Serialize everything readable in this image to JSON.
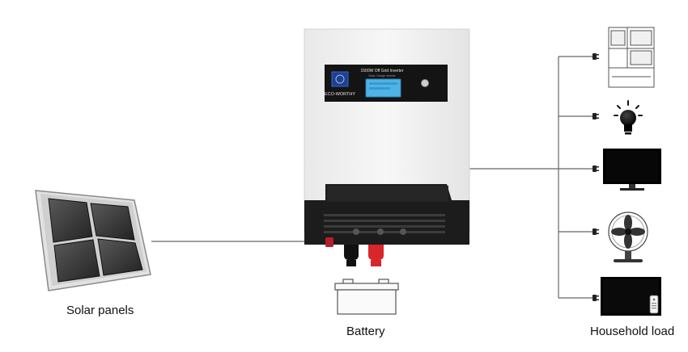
{
  "inverter": {
    "brand": "ECO-WORTHY",
    "lcd_title": "1500W Off Grid Inverter",
    "lcd_subtitle": "Solar Charge Inverter"
  },
  "labels": {
    "solar": "Solar panels",
    "battery": "Battery",
    "household": "Household load"
  },
  "loads": [
    {
      "name": "refrigerator",
      "icon": "refrigerator-icon"
    },
    {
      "name": "light bulb",
      "icon": "lightbulb-icon"
    },
    {
      "name": "monitor",
      "icon": "monitor-icon"
    },
    {
      "name": "fan",
      "icon": "fan-icon"
    },
    {
      "name": "tv",
      "icon": "tv-icon"
    }
  ],
  "colors": {
    "inverter_body": "#f1f1f1",
    "inverter_base": "#1c1c1c",
    "lcd": "#4fb3e8",
    "brand_logo": "#1f3f8f",
    "positive_cable": "#d8262b",
    "negative_cable": "#111111",
    "line": "#666666"
  }
}
